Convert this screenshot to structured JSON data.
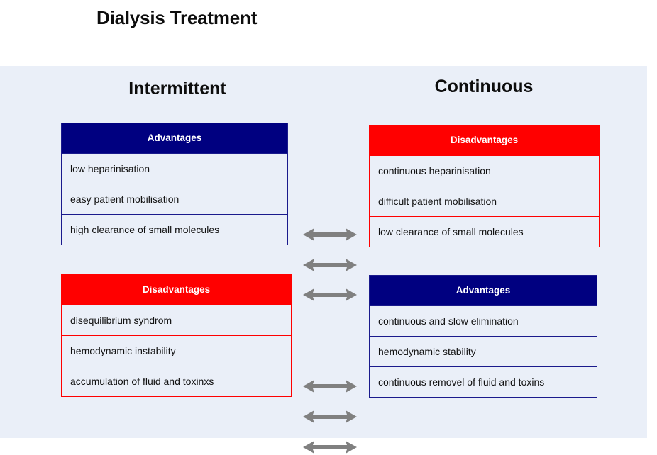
{
  "page": {
    "title": "Dialysis Treatment",
    "background_color": "#ffffff",
    "panel_color": "#eaeff8"
  },
  "columns": {
    "left_heading": "Intermittent",
    "right_heading": "Continuous"
  },
  "colors": {
    "advantages_header_bg": "#000080",
    "disadvantages_header_bg": "#ff0000",
    "header_text": "#ffffff",
    "cell_text": "#111111",
    "arrow": "#808080"
  },
  "tables": {
    "top_left": {
      "header": "Advantages",
      "type": "advantages",
      "rows": [
        "low heparinisation",
        "easy patient mobilisation",
        "high clearance of small molecules"
      ]
    },
    "top_right": {
      "header": "Disadvantages",
      "type": "disadvantages",
      "rows": [
        "continuous heparinisation",
        "difficult patient mobilisation",
        "low clearance of small molecules"
      ]
    },
    "bottom_left": {
      "header": "Disadvantages",
      "type": "disadvantages",
      "rows": [
        "disequilibrium syndrom",
        "hemodynamic instability",
        "accumulation of fluid and toxinxs"
      ]
    },
    "bottom_right": {
      "header": "Advantages",
      "type": "advantages",
      "rows": [
        "continuous and slow elimination",
        "hemodynamic stability",
        "continuous removel of fluid and toxins"
      ]
    }
  },
  "connectors": [
    {
      "name": "double-arrow-1",
      "links": [
        "low heparinisation",
        "continuous heparinisation"
      ]
    },
    {
      "name": "double-arrow-2",
      "links": [
        "easy patient mobilisation",
        "difficult patient mobilisation"
      ]
    },
    {
      "name": "double-arrow-3",
      "links": [
        "high clearance of small molecules",
        "low clearance of small molecules"
      ]
    },
    {
      "name": "double-arrow-4",
      "links": [
        "disequilibrium syndrom",
        "continuous and slow elimination"
      ]
    },
    {
      "name": "double-arrow-5",
      "links": [
        "hemodynamic instability",
        "hemodynamic stability"
      ]
    },
    {
      "name": "double-arrow-6",
      "links": [
        "accumulation of fluid and toxinxs",
        "continuous removel of fluid and toxins"
      ]
    }
  ]
}
